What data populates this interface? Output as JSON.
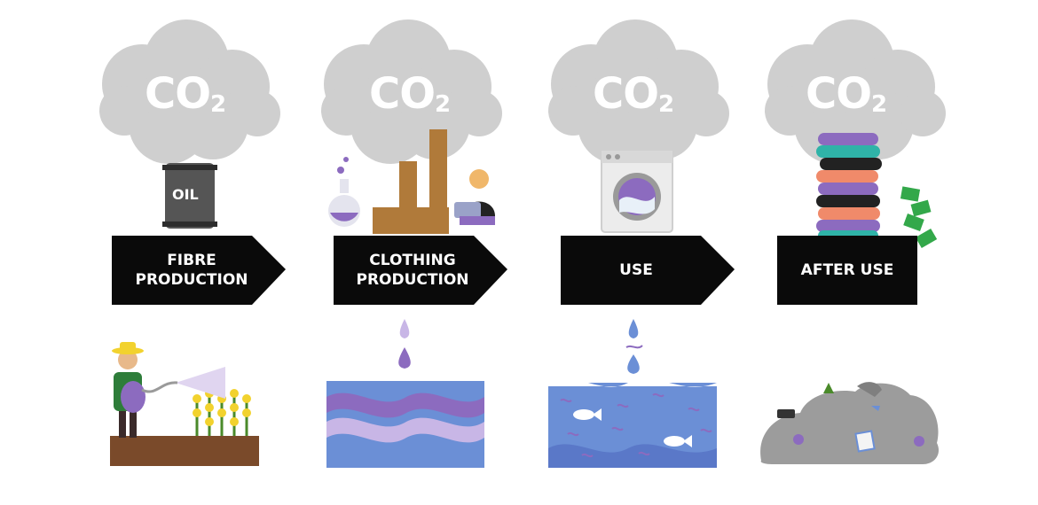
{
  "co2": {
    "main": "CO",
    "sub": "2"
  },
  "oil_label": "OIL",
  "stages": [
    {
      "label_lines": [
        "FIBRE",
        "PRODUCTION"
      ],
      "top_icon": "oil-barrel-icon",
      "bottom_icon": "farmer-spraying-crops-icon"
    },
    {
      "label_lines": [
        "CLOTHING",
        "PRODUCTION"
      ],
      "top_icon": "factory-icon",
      "bottom_icon": "polluted-water-waves-icon"
    },
    {
      "label_lines": [
        "USE"
      ],
      "top_icon": "washing-machine-icon",
      "bottom_icon": "microfibre-water-icon"
    },
    {
      "label_lines": [
        "AFTER USE"
      ],
      "top_icon": "clothes-pile-icon",
      "bottom_icon": "landfill-icon"
    }
  ],
  "colors": {
    "cloud": "#cfcfcf",
    "arrow": "#0a0a0a",
    "purple": "#8c6bbf",
    "lavender": "#c8b6e6",
    "water": "#6b8fd6",
    "factory": "#b07a3a",
    "soil": "#7a4a2a",
    "crop_yellow": "#f2d22e",
    "landfill": "#9c9c9c",
    "money": "#33a84a"
  }
}
